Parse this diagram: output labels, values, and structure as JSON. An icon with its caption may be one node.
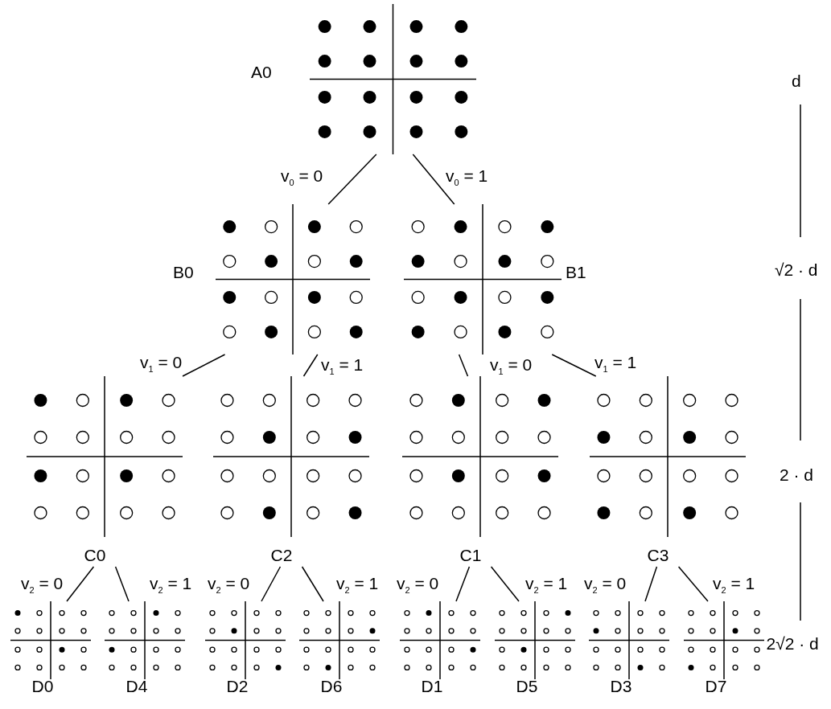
{
  "diagram": {
    "nodes": [
      {
        "text": [
          "A0"
        ]
      },
      {
        "text": [
          "B0"
        ]
      },
      {
        "text": [
          "B1"
        ]
      },
      {
        "text": [
          "C0"
        ]
      },
      {
        "text": [
          "C2"
        ]
      },
      {
        "text": [
          "C1"
        ]
      },
      {
        "text": [
          "C3"
        ]
      },
      {
        "text": [
          "D0"
        ]
      },
      {
        "text": [
          "D4"
        ]
      },
      {
        "text": [
          "D2"
        ]
      },
      {
        "text": [
          "D6"
        ]
      },
      {
        "text": [
          "D1"
        ]
      },
      {
        "text": [
          "D5"
        ]
      },
      {
        "text": [
          "D3"
        ]
      },
      {
        "text": [
          "D7"
        ]
      }
    ],
    "edges": [
      {
        "from": 0,
        "to": 1,
        "arrow": "none",
        "label": "v$_{0}$ = 0"
      },
      {
        "from": 0,
        "to": 2,
        "arrow": "none",
        "label": "v$_{0}$ = 1"
      },
      {
        "from": 1,
        "to": 3,
        "arrow": "none",
        "label": "v$_{1}$ = 0"
      },
      {
        "from": 1,
        "to": 4,
        "arrow": "none",
        "label": "v$_{1}$ = 1"
      },
      {
        "from": 2,
        "to": 5,
        "arrow": "none",
        "label": "v$_{1}$ = 0"
      },
      {
        "from": 2,
        "to": 6,
        "arrow": "none",
        "label": "v$_{1}$ = 1"
      },
      {
        "from": 3,
        "to": 7,
        "arrow": "none",
        "label": "v$_{2}$ = 0"
      },
      {
        "from": 3,
        "to": 8,
        "arrow": "none",
        "label": "v$_{2}$ = 1"
      },
      {
        "from": 4,
        "to": 9,
        "arrow": "none",
        "label": "v$_{2}$ = 0"
      },
      {
        "from": 4,
        "to": 10,
        "arrow": "none",
        "label": "v$_{2}$ = 1"
      },
      {
        "from": 5,
        "to": 11,
        "arrow": "none",
        "label": "v$_{2}$ = 0"
      },
      {
        "from": 5,
        "to": 12,
        "arrow": "none",
        "label": "v$_{2}$ = 1"
      },
      {
        "from": 6,
        "to": 13,
        "arrow": "none",
        "label": "v$_{2}$ = 0"
      },
      {
        "from": 6,
        "to": 14,
        "arrow": "none",
        "label": "v$_{2}$ = 1"
      }
    ],
    "labels": [
      "d",
      "√2 · d",
      "2 · d",
      "2√2 · d"
    ]
  }
}
